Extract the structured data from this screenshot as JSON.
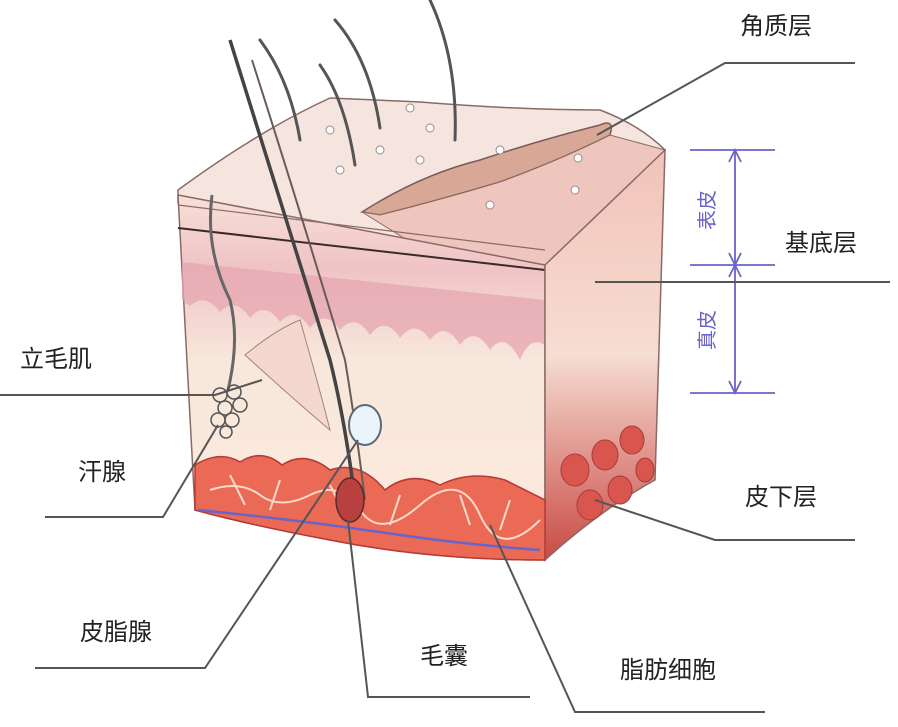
{
  "labels": {
    "stratum_corneum": "角质层",
    "basal_layer": "基底层",
    "arrector_pili": "立毛肌",
    "sweat_gland": "汗腺",
    "sebaceous_gland": "皮脂腺",
    "hair_follicle": "毛囊",
    "adipocytes": "脂肪细胞",
    "subcutaneous": "皮下层",
    "epidermis": "表皮",
    "dermis": "真皮"
  },
  "colors": {
    "scale_line": "#6a63c8",
    "leader_line": "#555555",
    "epidermis_top": "#f6e3dc",
    "dermis": "#f3cfc8",
    "fat": "#e8604d"
  }
}
